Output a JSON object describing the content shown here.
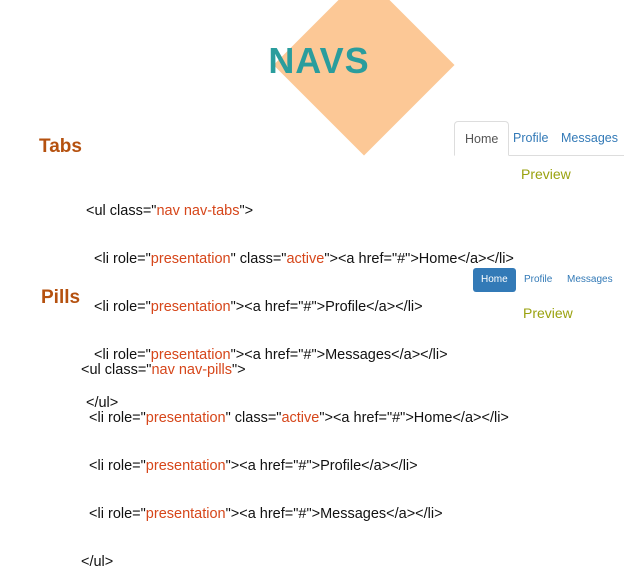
{
  "title": "NAVS",
  "tabs_section": {
    "heading": "Tabs",
    "preview_label": "Preview",
    "tabs": [
      "Home",
      "Profile",
      "Messages"
    ],
    "code": [
      {
        "a": "<ul class=\"",
        "s": "nav nav-tabs",
        "b": "\">",
        "s2": "",
        "c": ""
      },
      {
        "a": "  <li role=\"",
        "s": "presentation",
        "b": "\" class=\"",
        "s2": "active",
        "c": "\"><a href=\"#\">Home</a></li>"
      },
      {
        "a": "  <li role=\"",
        "s": "presentation",
        "b": "\"><a href=\"#\">Profile</a></li>",
        "s2": "",
        "c": ""
      },
      {
        "a": "  <li role=\"",
        "s": "presentation",
        "b": "\"><a href=\"#\">Messages</a></li>",
        "s2": "",
        "c": ""
      },
      {
        "a": "</ul>",
        "s": "",
        "b": "",
        "s2": "",
        "c": ""
      }
    ]
  },
  "pills_section": {
    "heading": "Pills",
    "preview_label": "Preview",
    "pills": [
      "Home",
      "Profile",
      "Messages"
    ],
    "code": [
      {
        "a": "<ul class=\"",
        "s": "nav nav-pills",
        "b": "\">",
        "s2": "",
        "c": ""
      },
      {
        "a": "  <li role=\"",
        "s": "presentation",
        "b": "\" class=\"",
        "s2": "active",
        "c": "\"><a href=\"#\">Home</a></li>"
      },
      {
        "a": "  <li role=\"",
        "s": "presentation",
        "b": "\"><a href=\"#\">Profile</a></li>",
        "s2": "",
        "c": ""
      },
      {
        "a": "  <li role=\"",
        "s": "presentation",
        "b": "\"><a href=\"#\">Messages</a></li>",
        "s2": "",
        "c": ""
      },
      {
        "a": "</ul>",
        "s": "",
        "b": "",
        "s2": "",
        "c": ""
      }
    ]
  },
  "colors": {
    "title": "#2a9d9d",
    "heading": "#b5510f",
    "code_string": "#d6461a",
    "preview": "#9aa20f",
    "diamond": "#fcc896",
    "link": "#337ab7"
  }
}
